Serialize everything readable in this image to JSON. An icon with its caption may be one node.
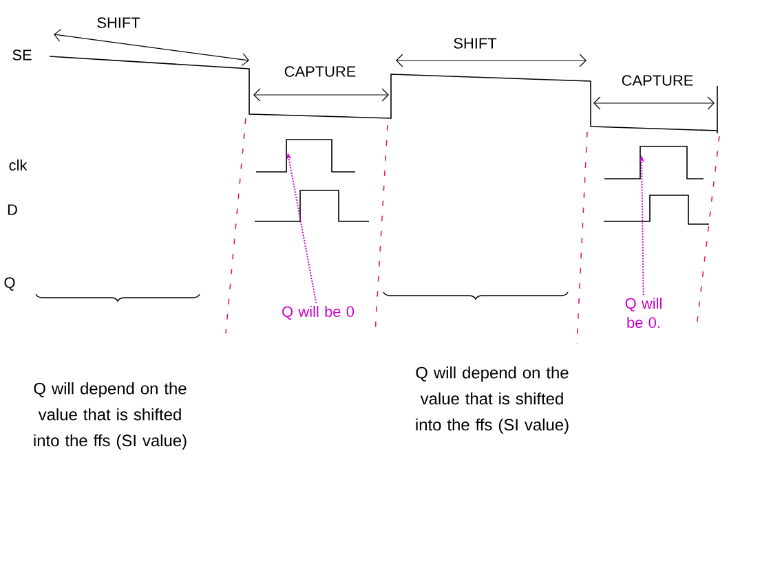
{
  "diagram": {
    "nodes": [
      {
        "text": [
          "Q will be 0"
        ]
      },
      {
        "text": [
          "Q will be 0."
        ]
      }
    ],
    "edges": [
      {
        "from": 0,
        "to": null,
        "arrow": "to",
        "style": "dashed"
      },
      {
        "from": 1,
        "to": null,
        "arrow": "to",
        "style": "dashed"
      }
    ],
    "labels": [
      "SHIFT",
      "SE",
      "CAPTURE",
      "SHIFT",
      "CAPTURE",
      "clk",
      "D",
      "Q",
      "Q will depend on the value that is shifted into the ffs (SI value)",
      "Q will depend on the value that is shifted into the ffs (SI value)"
    ]
  }
}
